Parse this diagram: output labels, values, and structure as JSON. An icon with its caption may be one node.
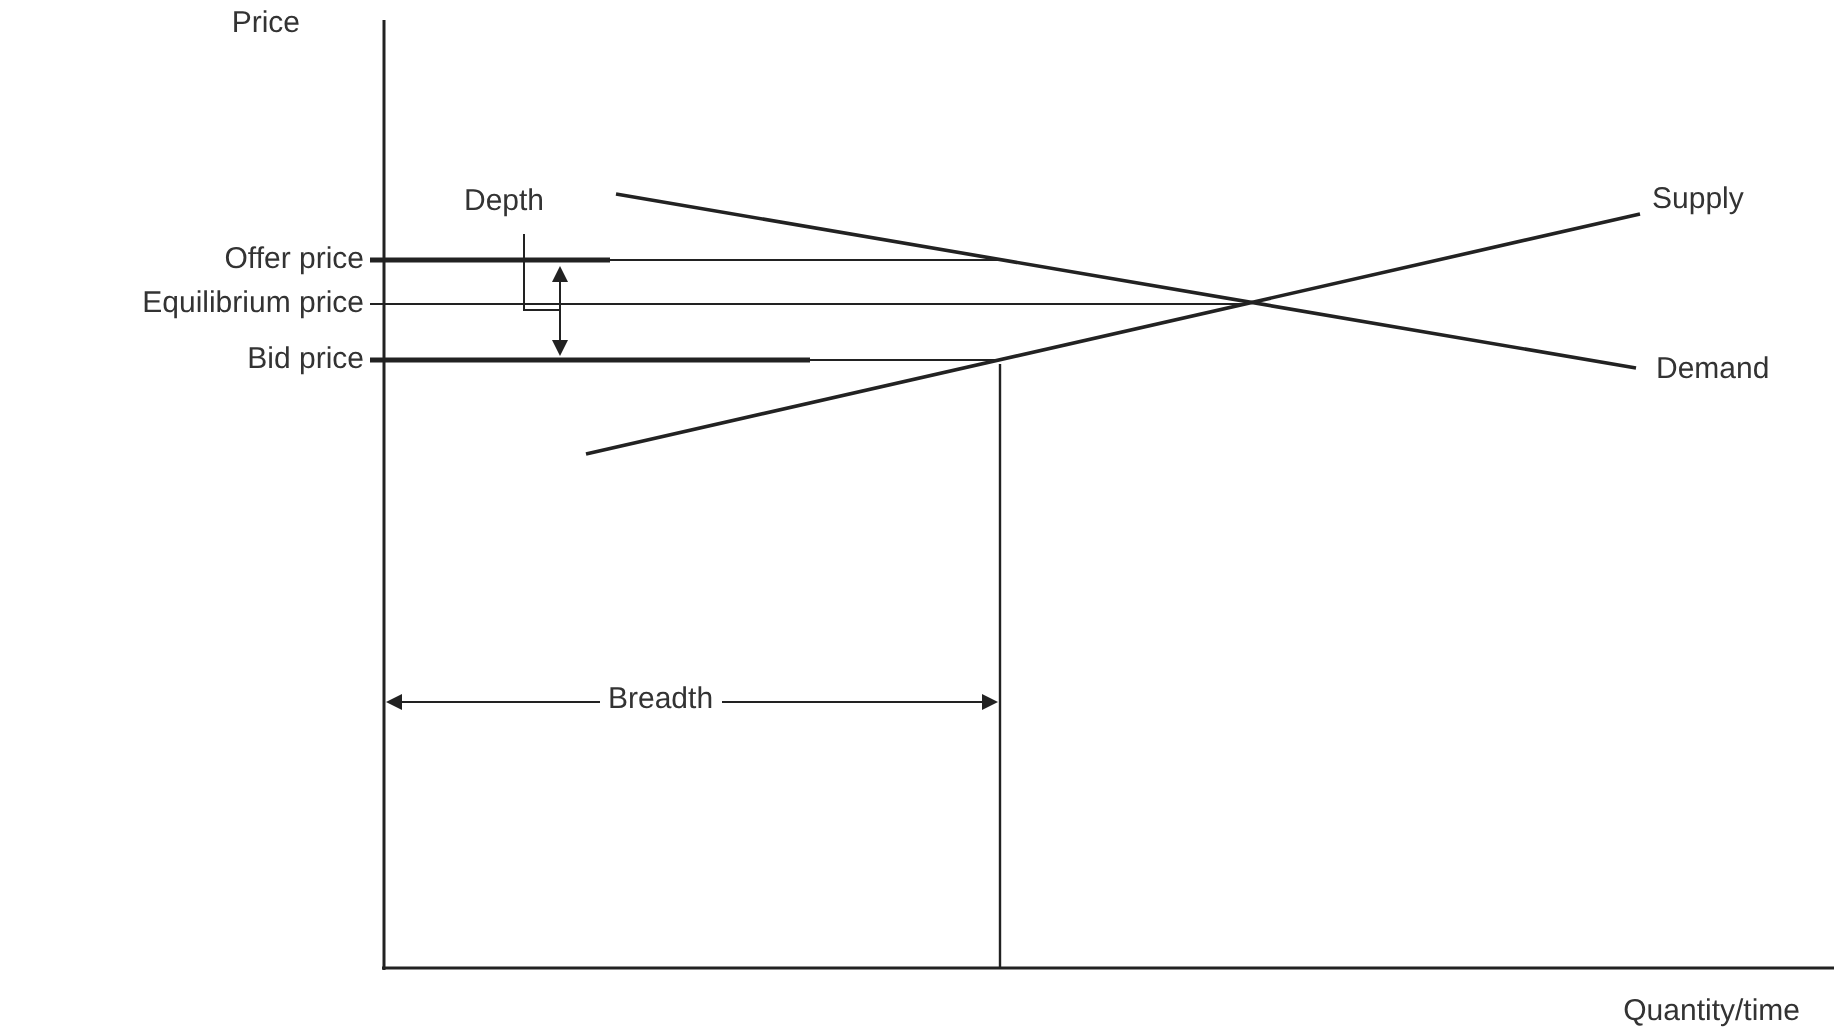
{
  "diagram": {
    "labels": [
      "Price",
      "Depth",
      "Supply",
      "Offer price",
      "Equilibrium price",
      "Bid price",
      "Demand",
      "Breadth",
      "Quantity/time"
    ]
  }
}
